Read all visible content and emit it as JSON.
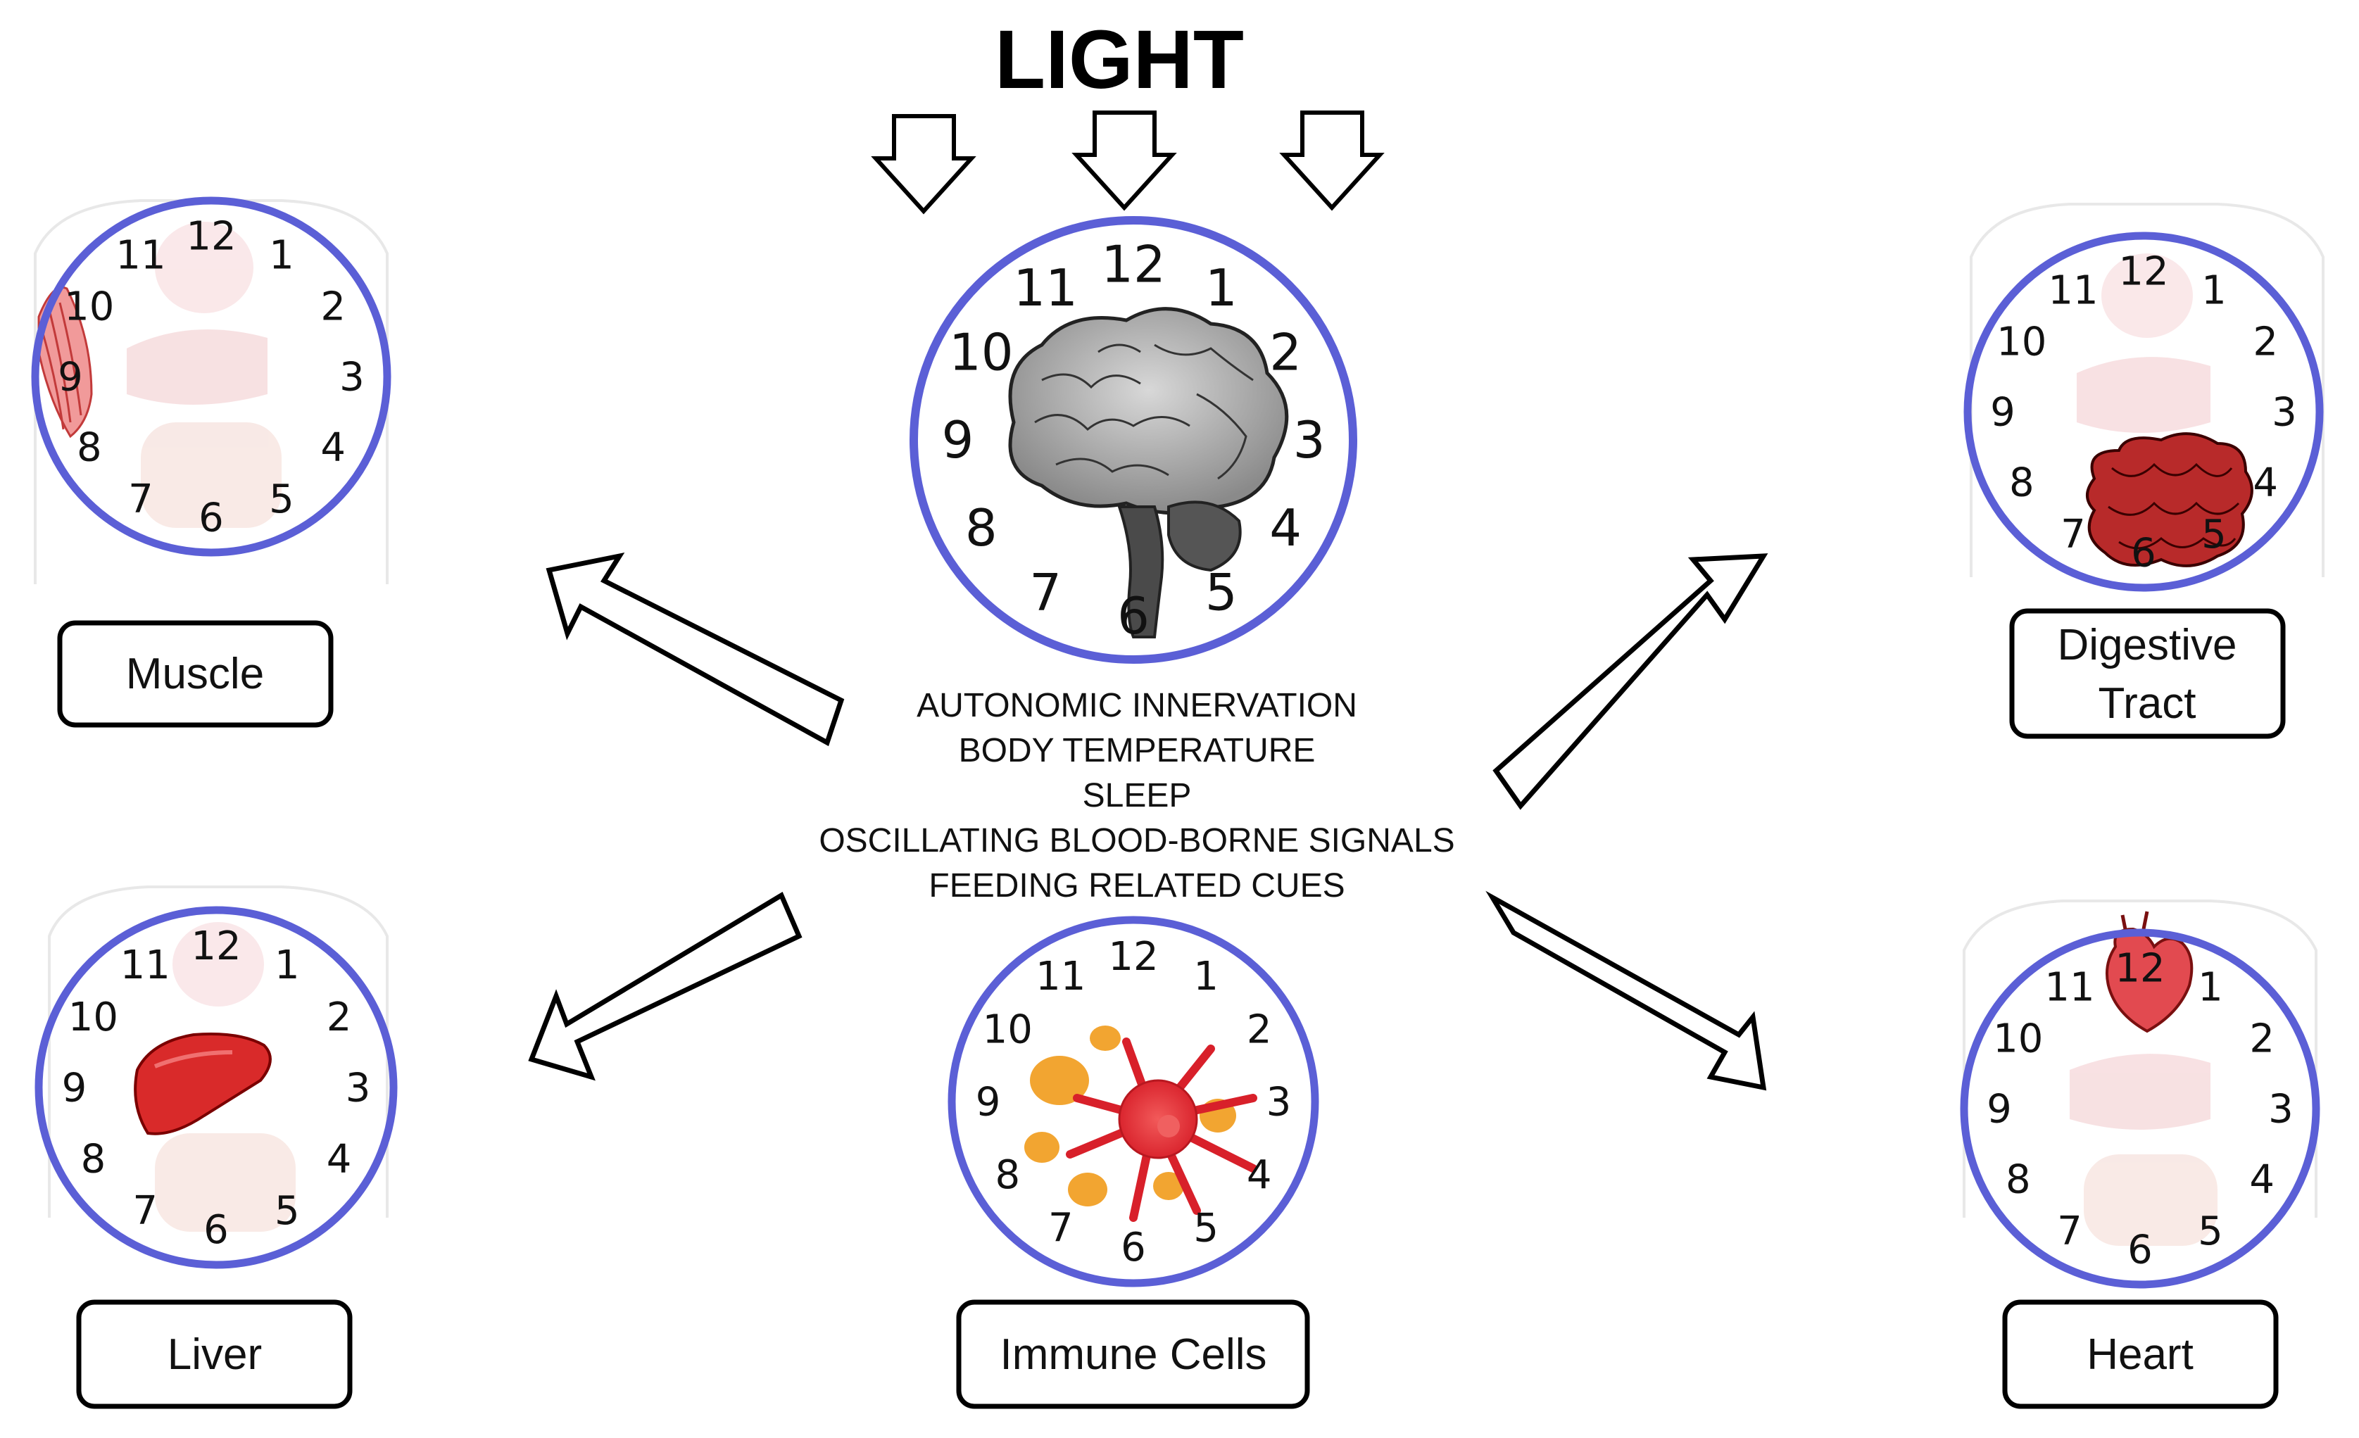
{
  "title": "LIGHT",
  "central_cues": [
    "AUTONOMIC INNERVATION",
    "BODY TEMPERATURE",
    "SLEEP",
    "OSCILLATING BLOOD-BORNE SIGNALS",
    "FEEDING RELATED CUES"
  ],
  "clock_numbers": [
    "12",
    "1",
    "2",
    "3",
    "4",
    "5",
    "6",
    "7",
    "8",
    "9",
    "10",
    "11"
  ],
  "labels": {
    "muscle": "Muscle",
    "digestive_line1": "Digestive",
    "digestive_line2": "Tract",
    "liver": "Liver",
    "immune": "Immune Cells",
    "heart": "Heart"
  },
  "colors": {
    "clock_ring": "#5B5FD6",
    "organ_red": "#D9202A",
    "immune_orange": "#F2A531",
    "brain_gray": "#8A8A8A"
  },
  "icons": {
    "brain": "brain-icon",
    "muscle": "muscle-icon",
    "intestine": "intestine-icon",
    "liver": "liver-icon",
    "immune": "immune-cell-icon",
    "heart": "heart-icon"
  }
}
